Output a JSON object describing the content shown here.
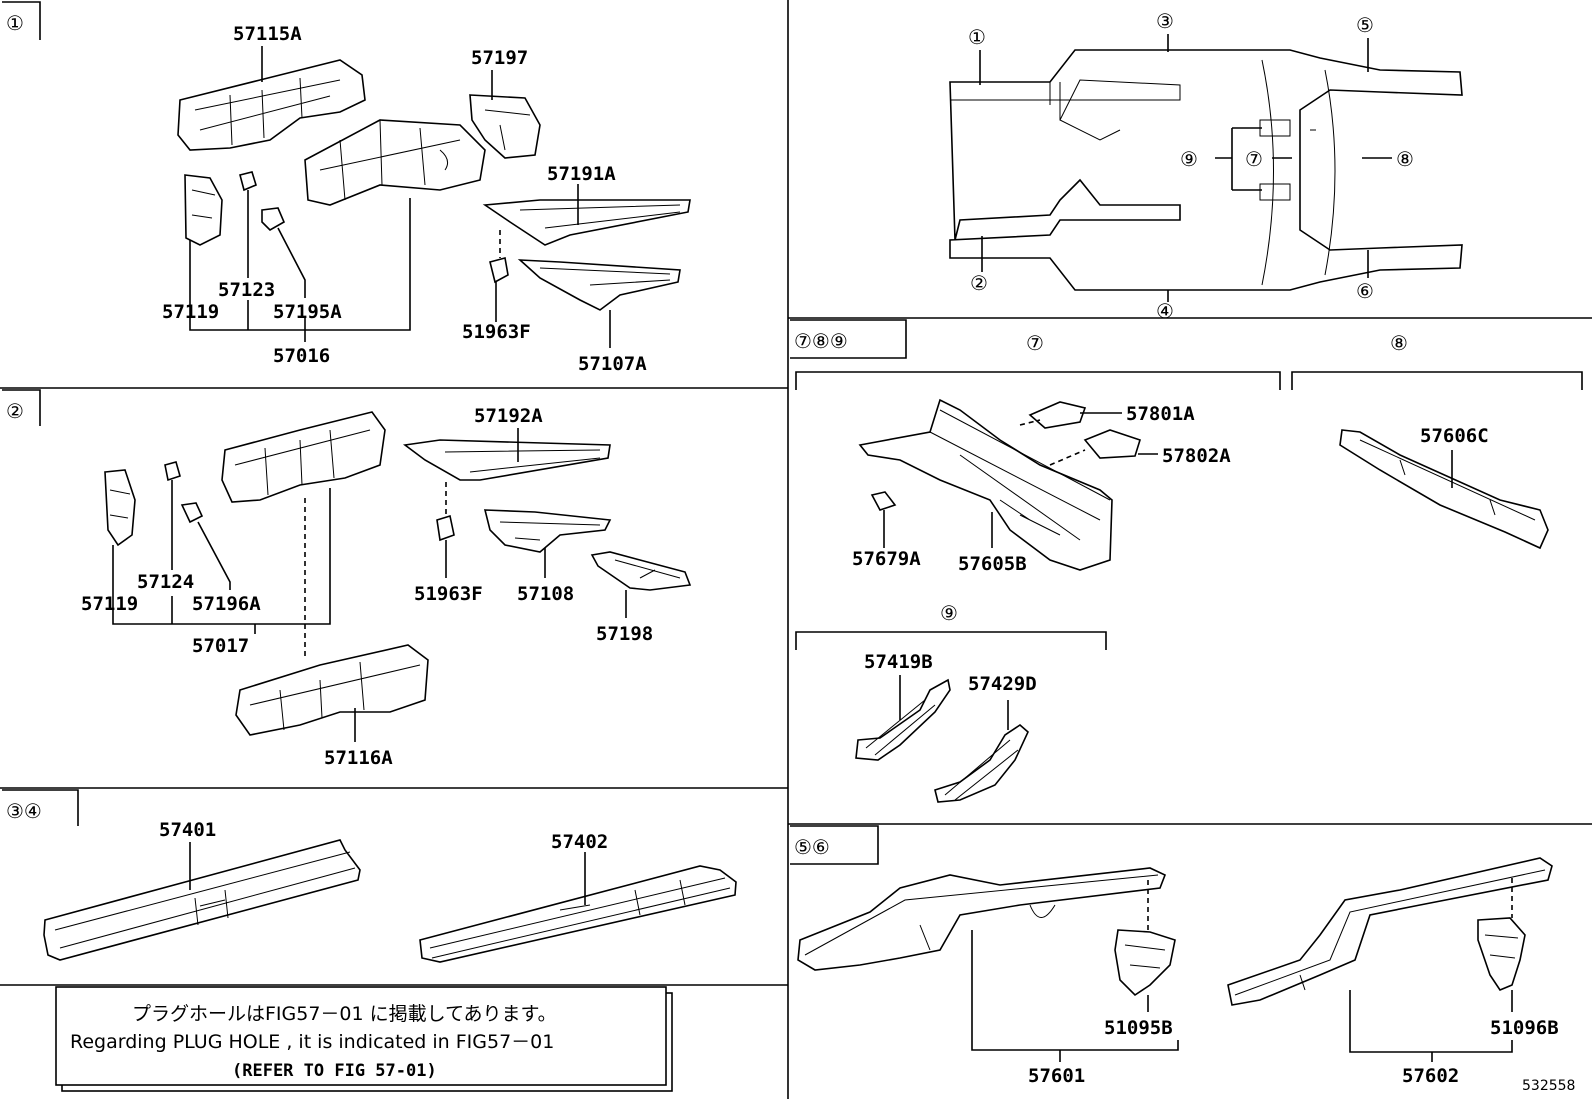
{
  "sections": {
    "s1": {
      "tag": "①"
    },
    "s2": {
      "tag": "②"
    },
    "s34": {
      "tag": "③④"
    },
    "s789": {
      "tag": "⑦⑧⑨",
      "group7": "⑦",
      "group8": "⑧",
      "group9": "⑨"
    },
    "s56": {
      "tag": "⑤⑥"
    }
  },
  "overview": {
    "markers": [
      "①",
      "②",
      "③",
      "④",
      "⑤",
      "⑥",
      "⑦",
      "⑧",
      "⑨"
    ]
  },
  "parts": {
    "p57115A": "57115A",
    "p57197": "57197",
    "p57191A": "57191A",
    "p57123": "57123",
    "p57119a": "57119",
    "p57195A": "57195A",
    "p57016": "57016",
    "p51963Fa": "51963F",
    "p57107A": "57107A",
    "p57192A": "57192A",
    "p57124": "57124",
    "p57119b": "57119",
    "p57196A": "57196A",
    "p57017": "57017",
    "p51963Fb": "51963F",
    "p57108": "57108",
    "p57198": "57198",
    "p57116A": "57116A",
    "p57401": "57401",
    "p57402": "57402",
    "p57801A": "57801A",
    "p57802A": "57802A",
    "p57679A": "57679A",
    "p57605B": "57605B",
    "p57606C": "57606C",
    "p57419B": "57419B",
    "p57429D": "57429D",
    "p51095B": "51095B",
    "p51096B": "51096B",
    "p57601": "57601",
    "p57602": "57602"
  },
  "note": {
    "line1": "プラグホールはFIG57－01 に掲載してあります。",
    "line2": "Regarding  PLUG  HOLE  , it  is  indicated  in  FIG57－01",
    "line3": "(REFER  TO  FIG  57-01)"
  },
  "figure_id": "532558"
}
